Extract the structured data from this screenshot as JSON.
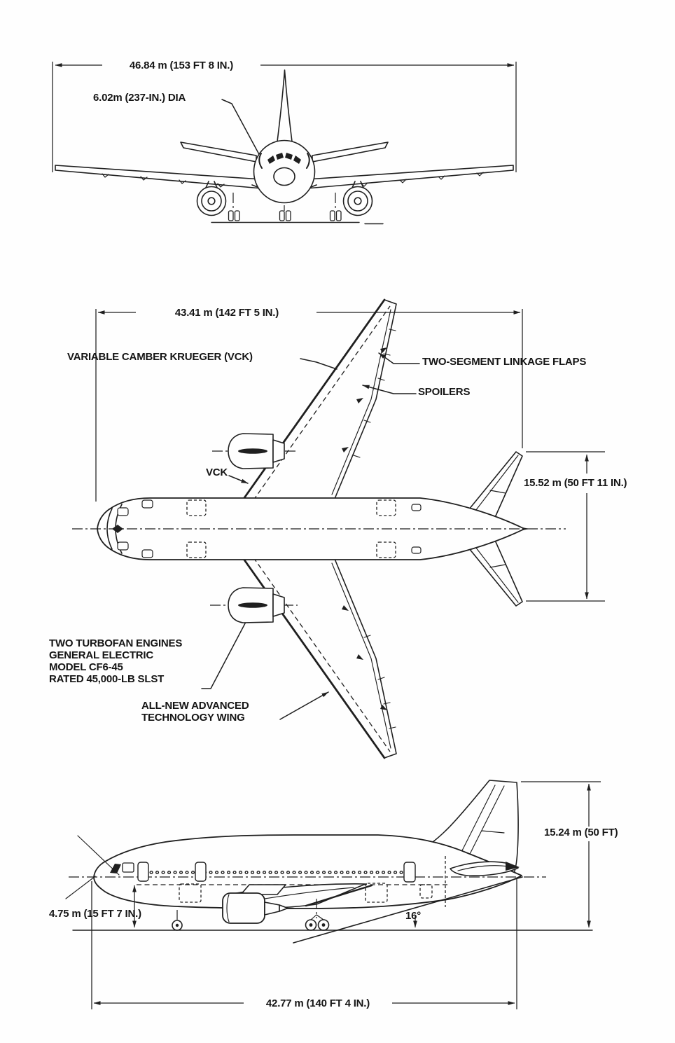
{
  "figure": {
    "type": "three-view aircraft dimensional drawing",
    "views": [
      "front view",
      "top (plan) view",
      "side view"
    ]
  },
  "colors": {
    "ink": "#1f1f1f",
    "paper": "#fefefe"
  },
  "front_view": {
    "wingspan_dim": "46.84 m (153 FT 8 IN.)",
    "fuselage_diameter_label": "6.02m (237-IN.) DIA"
  },
  "top_view": {
    "length_dim": "43.41 m (142 FT 5 IN.)",
    "vck_label": "VARIABLE CAMBER KRUEGER (VCK)",
    "flaps_label": "TWO-SEGMENT LINKAGE FLAPS",
    "spoilers_label": "SPOILERS",
    "vck_short_label": "VCK",
    "stabilizer_span_dim": "15.52 m (50 FT 11 IN.)",
    "engine_note_lines": [
      "TWO TURBOFAN ENGINES",
      "GENERAL ELECTRIC",
      "MODEL CF6-45",
      "RATED 45,000-LB SLST"
    ],
    "wing_note_lines": [
      "ALL-NEW ADVANCED",
      "TECHNOLOGY WING"
    ]
  },
  "side_view": {
    "height_dim": "15.24 m (50 FT)",
    "ground_clearance_dim": "4.75 m (15 FT 7 IN.)",
    "rotation_angle": "16°",
    "length_dim": "42.77 m (140 FT 4 IN.)"
  }
}
